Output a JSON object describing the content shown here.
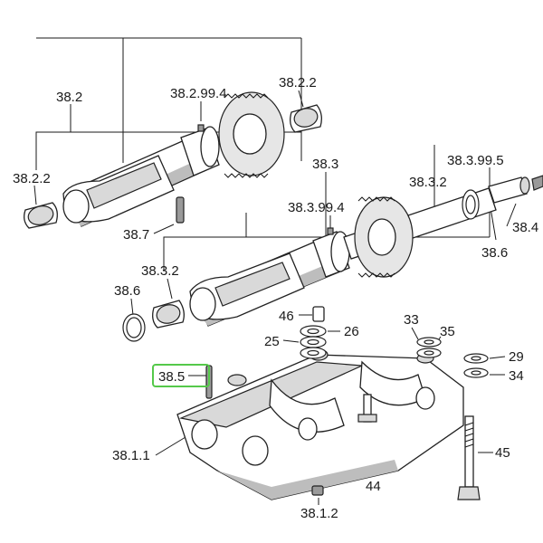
{
  "diagram": {
    "labels": {
      "l_38_2": "38.2",
      "l_38_2_99_4": "38.2.99.4",
      "l_38_2_2_top": "38.2.2",
      "l_38_2_2_left": "38.2.2",
      "l_38_3": "38.3",
      "l_38_3_99_5": "38.3.99.5",
      "l_38_3_2_right": "38.3.2",
      "l_38_3_99_4": "38.3.99.4",
      "l_38_7": "38.7",
      "l_38_4": "38.4",
      "l_38_6_right": "38.6",
      "l_38_3_2_left": "38.3.2",
      "l_38_6_left": "38.6",
      "l_46": "46",
      "l_26": "26",
      "l_25": "25",
      "l_33": "33",
      "l_35": "35",
      "l_29": "29",
      "l_34": "34",
      "l_38_5": "38.5",
      "l_38_1_1": "38.1.1",
      "l_44": "44",
      "l_45": "45",
      "l_38_1_2": "38.1.2"
    },
    "highlight_color": "#55c94a"
  }
}
